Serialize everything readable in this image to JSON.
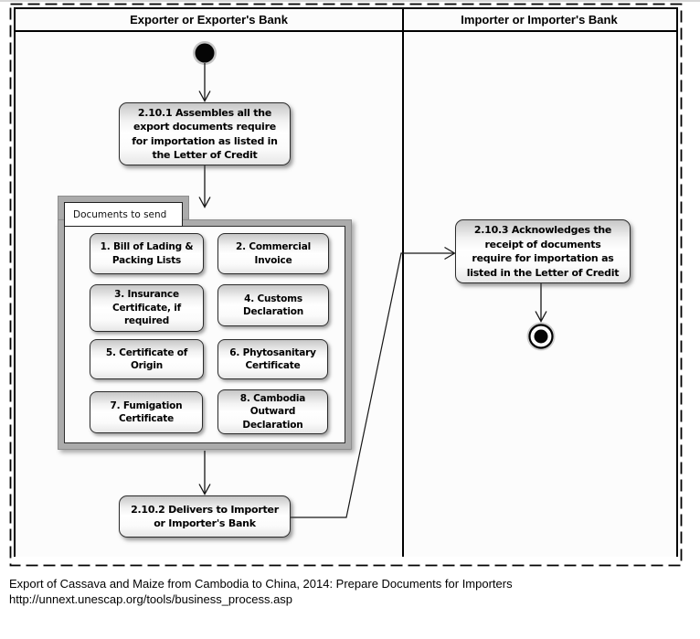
{
  "lanes": {
    "left_title": "Exporter or Exporter's Bank",
    "right_title": "Importer or Importer's Bank"
  },
  "activities": {
    "a2101": {
      "label": "2.10.1 Assembles all the\nexport documents require\nfor importation as listed in\nthe Letter of Credit"
    },
    "a2102": {
      "label": "2.10.2 Delivers to Importer\nor Importer's Bank"
    },
    "a2103": {
      "label": "2.10.3 Acknowledges the\nreceipt of documents\nrequire for importation as\nlisted in the Letter of Credit"
    }
  },
  "documents_group": {
    "title": "Documents to send",
    "items": [
      {
        "label": "1. Bill of Lading &\nPacking Lists"
      },
      {
        "label": "2. Commercial\nInvoice"
      },
      {
        "label": "3. Insurance\nCertificate, if\nrequired"
      },
      {
        "label": "4. Customs\nDeclaration"
      },
      {
        "label": "5. Certificate of\nOrigin"
      },
      {
        "label": "6. Phytosanitary\nCertificate"
      },
      {
        "label": "7. Fumigation\nCertificate"
      },
      {
        "label": "8. Cambodia\nOutward\nDeclaration"
      }
    ]
  },
  "caption": {
    "line1": "Export of Cassava and Maize from Cambodia to China, 2014: Prepare Documents for Importers",
    "line2": "http://unnext.unescap.org/tools/business_process.asp"
  },
  "colors": {
    "ink": "#000000",
    "box_fill_top": "#c7c7c7",
    "box_fill_bottom": "#e7e7e7",
    "group_frame": "#ababab",
    "lane_background": "#fcfcfc"
  }
}
